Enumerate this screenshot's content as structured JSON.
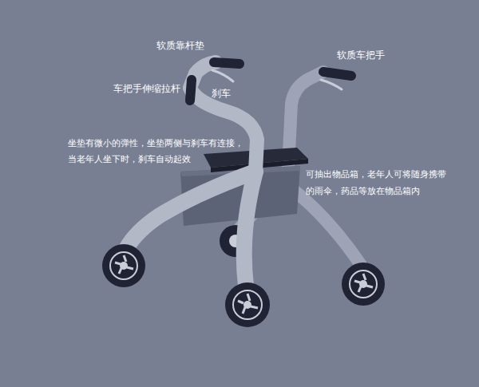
{
  "diagram": {
    "labels": [
      "软质靠杆垫",
      "软质车把手",
      "车把手伸缩拉杆",
      "刹车",
      "坐垫有微小的弹性，坐垫两侧与刹车有连接， 当老年人坐下时，刹车自动起效",
      "可抽出物品箱，老年人可将随身携带的雨伞，药品等放在物品箱内"
    ]
  }
}
